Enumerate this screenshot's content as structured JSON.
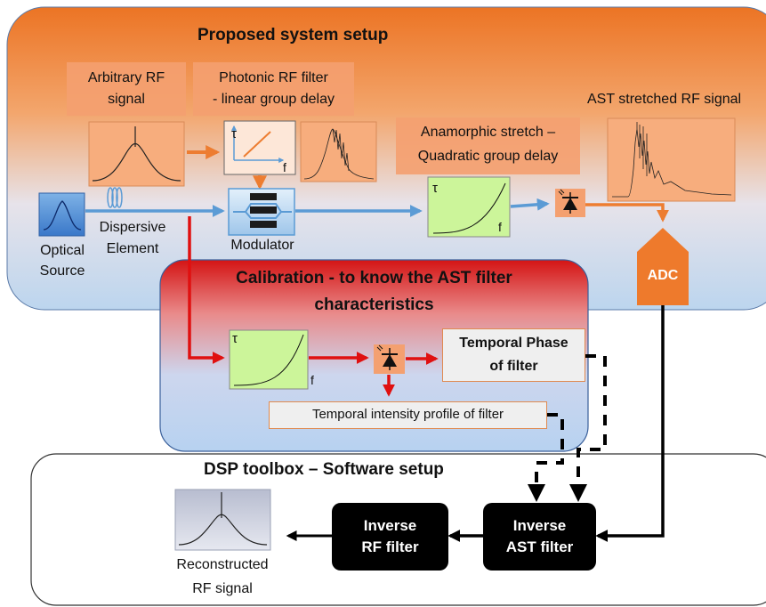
{
  "diagram": {
    "proposed_title": "Proposed system setup",
    "calibration_title_line1": "Calibration - to know the AST filter",
    "calibration_title_line2": "characteristics",
    "dsp_title": "DSP toolbox – Software setup",
    "arbitrary_rf_line1": "Arbitrary RF",
    "arbitrary_rf_line2": "signal",
    "photonic_filter_line1": "Photonic RF filter",
    "photonic_filter_line2": "- linear group delay",
    "ast_stretched": "AST stretched RF signal",
    "anamorphic_line1": "Anamorphic stretch –",
    "anamorphic_line2": "Quadratic group delay",
    "optical_source_line1": "Optical",
    "optical_source_line2": "Source",
    "dispersive_line1": "Dispersive",
    "dispersive_line2": "Element",
    "modulator": "Modulator",
    "adc": "ADC",
    "temporal_phase_line1": "Temporal Phase",
    "temporal_phase_line2": "of filter",
    "temporal_intensity": "Temporal intensity profile of filter",
    "inverse_rf_line1": "Inverse",
    "inverse_rf_line2": "RF filter",
    "inverse_ast_line1": "Inverse",
    "inverse_ast_line2": "AST filter",
    "reconstructed_line1": "Reconstructed",
    "reconstructed_line2": "RF signal",
    "tau": "τ",
    "f": "f"
  },
  "colors": {
    "orange_top": "#ee7a2c",
    "blue_bottom": "#c7dcef",
    "red_top": "#d81d1d",
    "green_plot": "#ccf59a",
    "orange_box": "#f4a878",
    "blue_arrow": "#5b9bd5",
    "red_arrow": "#e01010"
  }
}
